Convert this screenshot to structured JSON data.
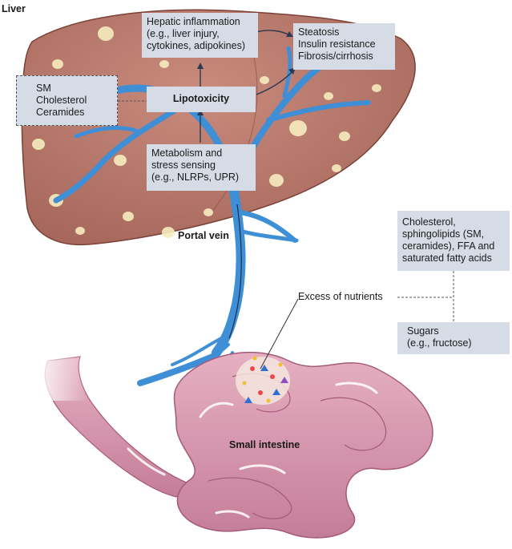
{
  "labels": {
    "liver": "Liver",
    "portal_vein": "Portal vein",
    "small_intestine": "Small intestine",
    "excess_nutrients": "Excess of nutrients"
  },
  "boxes": {
    "hepatic_inflammation": [
      "Hepatic inflammation",
      "(e.g., liver injury,",
      "cytokines, adipokines)"
    ],
    "steatosis": [
      "Steatosis",
      "Insulin resistance",
      "Fibrosis/cirrhosis"
    ],
    "lipids": [
      "SM",
      "Cholesterol",
      "Ceramides"
    ],
    "lipotoxicity": "Lipotoxicity",
    "metabolism": [
      "Metabolism and",
      "stress sensing",
      "(e.g., NLRPs, UPR)"
    ],
    "nutrients_lipids": [
      "Cholesterol,",
      "sphingolipids (SM,",
      "ceramides), FFA and",
      "saturated fatty acids"
    ],
    "sugars": [
      "Sugars",
      "(e.g., fructose)"
    ]
  },
  "colors": {
    "liver": "#b9786a",
    "vein": "#3f8fd6",
    "intestine": "#d99ab0",
    "box": "#d6dce6"
  }
}
